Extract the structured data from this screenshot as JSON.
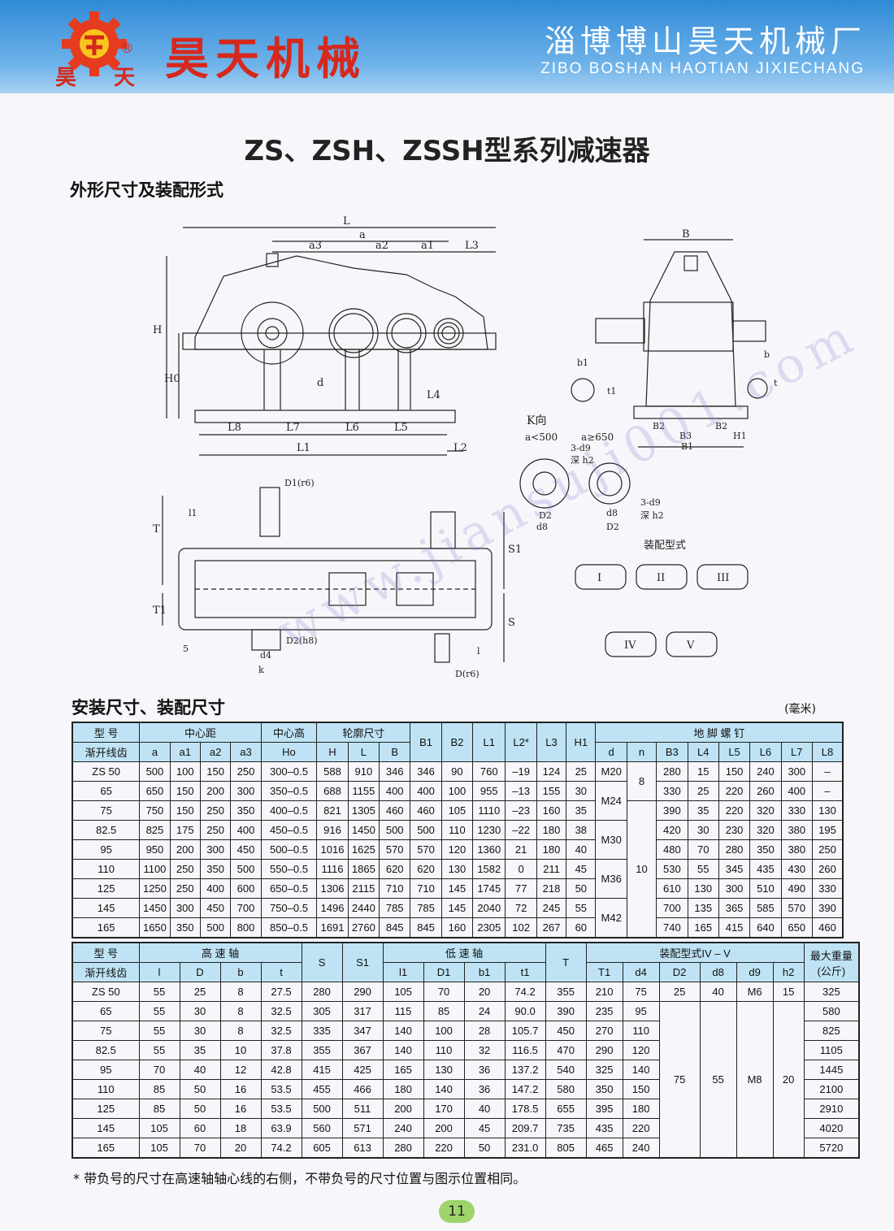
{
  "header": {
    "logo_text_left": "昊",
    "logo_text_right": "天",
    "logo_registered": "®",
    "brand": "昊天机械",
    "factory_cn": "淄博博山昊天机械厂",
    "factory_en": "ZIBO BOSHAN HAOTIAN JIXIECHANG"
  },
  "title": "ZS、ZSH、ZSSH型系列减速器",
  "section_outline": "外形尺寸及装配形式",
  "section_install": "安装尺寸、装配尺寸",
  "unit": "(毫米)",
  "watermark": "www.jiansuji001.com",
  "drawing_labels": {
    "L": "L",
    "a": "a",
    "a3": "a3",
    "a2": "a2",
    "a1": "a1",
    "L3": "L3",
    "H": "H",
    "H0": "H0",
    "d": "d",
    "L4": "L4",
    "L8": "L8",
    "L7": "L7",
    "L6": "L6",
    "L5": "L5",
    "L1": "L1",
    "L2": "L2",
    "B": "B",
    "b1": "b1",
    "t1": "t1",
    "b": "b",
    "t": "t",
    "B2": "B2",
    "B3": "B3",
    "B1": "B1",
    "H1": "H1",
    "k_view": "K向",
    "a_lt": "a<500",
    "a_ge": "a≥650",
    "hole1": "3-d9",
    "depth1": "深 h2",
    "hole2": "3-d9",
    "depth2": "深 h2",
    "D2": "D2",
    "d8": "d8",
    "D1": "D1(r6)",
    "l1": "l1",
    "T": "T",
    "T1": "T1",
    "S1": "S1",
    "S": "S",
    "D2h8": "D2(h8)",
    "d4": "d4",
    "k": "k",
    "Dr6": "D(r6)",
    "l": "l",
    "five": "5",
    "assembly": "装配型式",
    "forms": [
      "I",
      "II",
      "III",
      "IV",
      "V"
    ]
  },
  "table1": {
    "head1": {
      "model": "型 号",
      "center": "中心距",
      "center_h": "中心高",
      "outline": "轮廓尺寸",
      "B1": "B1",
      "B2": "B2",
      "L1": "L1",
      "L2": "L2*",
      "L3": "L3",
      "H1": "H1",
      "bolt": "地 脚 螺 钉"
    },
    "head2": [
      "渐开线齿",
      "a",
      "a1",
      "a2",
      "a3",
      "Ho",
      "H",
      "L",
      "B",
      "d",
      "n",
      "B3",
      "L4",
      "L5",
      "L6",
      "L7",
      "L8"
    ],
    "rows": [
      [
        "ZS 50",
        "500",
        "100",
        "150",
        "250",
        "300–0.5",
        "588",
        "910",
        "346",
        "346",
        "90",
        "760",
        "–19",
        "124",
        "25",
        "M20",
        "8",
        "280",
        "15",
        "150",
        "240",
        "300",
        "–"
      ],
      [
        "65",
        "650",
        "150",
        "200",
        "300",
        "350–0.5",
        "688",
        "1155",
        "400",
        "400",
        "100",
        "955",
        "–13",
        "155",
        "30",
        "M24",
        "",
        "330",
        "25",
        "220",
        "260",
        "400",
        "–"
      ],
      [
        "75",
        "750",
        "150",
        "250",
        "350",
        "400–0.5",
        "821",
        "1305",
        "460",
        "460",
        "105",
        "1110",
        "–23",
        "160",
        "35",
        "",
        "",
        "390",
        "35",
        "220",
        "320",
        "330",
        "130"
      ],
      [
        "82.5",
        "825",
        "175",
        "250",
        "400",
        "450–0.5",
        "916",
        "1450",
        "500",
        "500",
        "110",
        "1230",
        "–22",
        "180",
        "38",
        "M30",
        "10",
        "420",
        "30",
        "230",
        "320",
        "380",
        "195"
      ],
      [
        "95",
        "950",
        "200",
        "300",
        "450",
        "500–0.5",
        "1016",
        "1625",
        "570",
        "570",
        "120",
        "1360",
        "21",
        "180",
        "40",
        "",
        "",
        "480",
        "70",
        "280",
        "350",
        "380",
        "250"
      ],
      [
        "110",
        "1100",
        "250",
        "350",
        "500",
        "550–0.5",
        "1116",
        "1865",
        "620",
        "620",
        "130",
        "1582",
        "0",
        "211",
        "45",
        "M36",
        "",
        "530",
        "55",
        "345",
        "435",
        "430",
        "260"
      ],
      [
        "125",
        "1250",
        "250",
        "400",
        "600",
        "650–0.5",
        "1306",
        "2115",
        "710",
        "710",
        "145",
        "1745",
        "77",
        "218",
        "50",
        "",
        "",
        "610",
        "130",
        "300",
        "510",
        "490",
        "330"
      ],
      [
        "145",
        "1450",
        "300",
        "450",
        "700",
        "750–0.5",
        "1496",
        "2440",
        "785",
        "785",
        "145",
        "2040",
        "72",
        "245",
        "55",
        "M42",
        "",
        "700",
        "135",
        "365",
        "585",
        "570",
        "390"
      ],
      [
        "165",
        "1650",
        "350",
        "500",
        "800",
        "850–0.5",
        "1691",
        "2760",
        "845",
        "845",
        "160",
        "2305",
        "102",
        "267",
        "60",
        "",
        "",
        "740",
        "165",
        "415",
        "640",
        "650",
        "460"
      ]
    ]
  },
  "table2": {
    "head1": {
      "model": "型 号",
      "hs": "高 速 轴",
      "S": "S",
      "S1": "S1",
      "ls": "低 速 轴",
      "T": "T",
      "asm": "装配型式IV – V",
      "weight": "最大重量(公斤)"
    },
    "head2": [
      "渐开线齿",
      "l",
      "D",
      "b",
      "t",
      "l1",
      "D1",
      "b1",
      "t1",
      "T1",
      "d4",
      "D2",
      "d8",
      "d9",
      "h2"
    ],
    "rows": [
      [
        "ZS 50",
        "55",
        "25",
        "8",
        "27.5",
        "280",
        "290",
        "105",
        "70",
        "20",
        "74.2",
        "355",
        "210",
        "75",
        "325"
      ],
      [
        "65",
        "55",
        "30",
        "8",
        "32.5",
        "305",
        "317",
        "115",
        "85",
        "24",
        "90.0",
        "390",
        "235",
        "95",
        "580"
      ],
      [
        "75",
        "55",
        "30",
        "8",
        "32.5",
        "335",
        "347",
        "140",
        "100",
        "28",
        "105.7",
        "450",
        "270",
        "110",
        "825"
      ],
      [
        "82.5",
        "55",
        "35",
        "10",
        "37.8",
        "355",
        "367",
        "140",
        "110",
        "32",
        "116.5",
        "470",
        "290",
        "120",
        "1105"
      ],
      [
        "95",
        "70",
        "40",
        "12",
        "42.8",
        "415",
        "425",
        "165",
        "130",
        "36",
        "137.2",
        "540",
        "325",
        "140",
        "1445"
      ],
      [
        "110",
        "85",
        "50",
        "16",
        "53.5",
        "455",
        "466",
        "180",
        "140",
        "36",
        "147.2",
        "580",
        "350",
        "150",
        "2100"
      ],
      [
        "125",
        "85",
        "50",
        "16",
        "53.5",
        "500",
        "511",
        "200",
        "170",
        "40",
        "178.5",
        "655",
        "395",
        "180",
        "2910"
      ],
      [
        "145",
        "105",
        "60",
        "18",
        "63.9",
        "560",
        "571",
        "240",
        "200",
        "45",
        "209.7",
        "735",
        "435",
        "220",
        "4020"
      ],
      [
        "165",
        "105",
        "70",
        "20",
        "74.2",
        "605",
        "613",
        "280",
        "220",
        "50",
        "231.0",
        "805",
        "465",
        "240",
        "5720"
      ]
    ],
    "first_row_extra": [
      "25",
      "40",
      "M6",
      "15"
    ],
    "merged_extra": [
      "75",
      "55",
      "M8",
      "20"
    ]
  },
  "footnote": "* 带负号的尺寸在高速轴轴心线的右侧，不带负号的尺寸位置与图示位置相同。",
  "page_number": "11"
}
